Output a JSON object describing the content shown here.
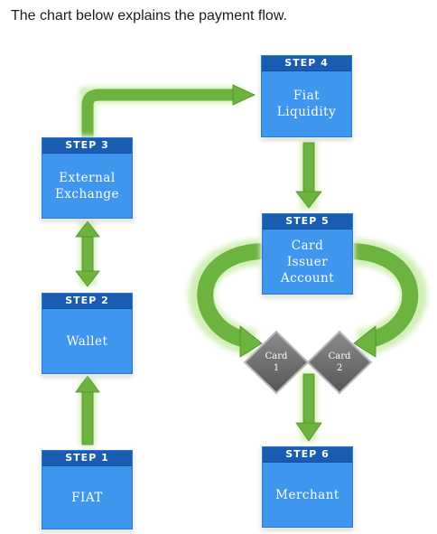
{
  "intro": "The chart below explains the payment flow.",
  "steps": {
    "step1": {
      "label": "STEP 1",
      "text": "FIAT"
    },
    "step2": {
      "label": "STEP 2",
      "text": "Wallet"
    },
    "step3": {
      "label": "STEP 3",
      "text": "External\nExchange"
    },
    "step4": {
      "label": "STEP 4",
      "text": "Fiat\nLiquidity"
    },
    "step5": {
      "label": "STEP 5",
      "text": "Card\nIssuer\nAccount"
    },
    "step6": {
      "label": "STEP 6",
      "text": "Merchant"
    }
  },
  "cards": {
    "card1": "Card\n1",
    "card2": "Card\n2"
  },
  "colors": {
    "box_fill": "#3f96ee",
    "box_header": "#1b5cb3",
    "arrow": "#6db33f",
    "card": "#6e6e6e"
  }
}
